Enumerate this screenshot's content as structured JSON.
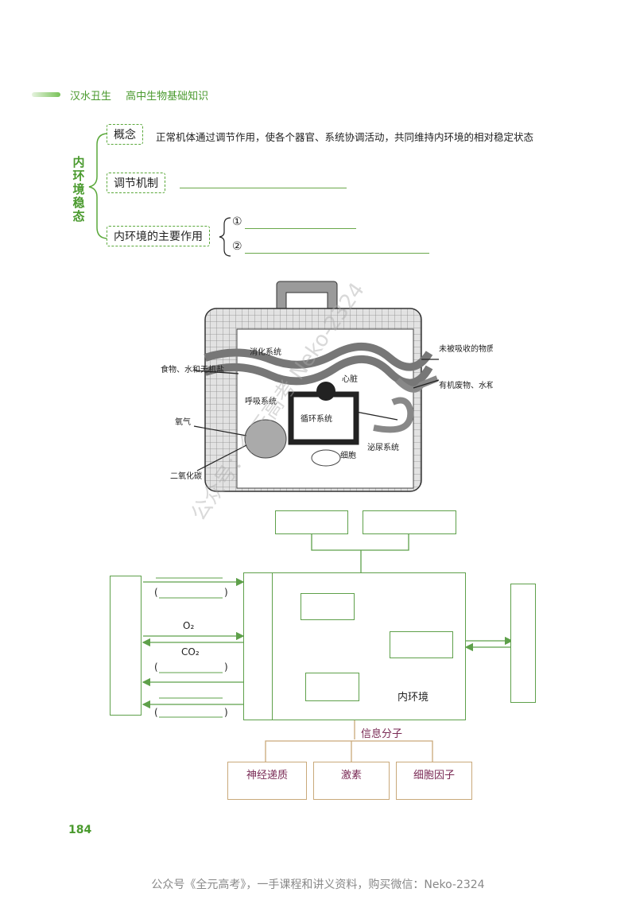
{
  "header": {
    "author": "汉水丑生",
    "book": "高中生物基础知识"
  },
  "concept_map": {
    "title": "内环境稳态",
    "items": [
      {
        "label": "概念",
        "text": "正常机体通过调节作用，使各个器官、系统协调活动，共同维持内环境的相对稳定状态"
      },
      {
        "label": "调节机制",
        "text": ""
      },
      {
        "label": "内环境的主要作用",
        "subs": [
          "①",
          "②"
        ]
      }
    ]
  },
  "figure1": {
    "labels": {
      "digestive": "消化系统",
      "unabsorbed": "未被吸收的物质",
      "food": "食物、水和无机盐",
      "heart": "心脏",
      "waste": "有机废物、水和无机盐",
      "respiratory": "呼吸系统",
      "circulatory": "循环系统",
      "oxygen": "氧气",
      "co2": "二氧化碳",
      "cells": "细胞",
      "urinary": "泌尿系统"
    },
    "watermark": "公众号：全元高考 Neko-2324"
  },
  "figure2": {
    "o2": "O₂",
    "co2": "CO₂",
    "paren_left": "(",
    "paren_right": ")",
    "internal_env": "内环境",
    "info_molecule": "信息分子",
    "bottom_boxes": [
      "神经递质",
      "激素",
      "细胞因子"
    ]
  },
  "page_number": "184",
  "footer": "公众号《全元高考》，一手课程和讲义资料，购买微信：Neko-2324"
}
